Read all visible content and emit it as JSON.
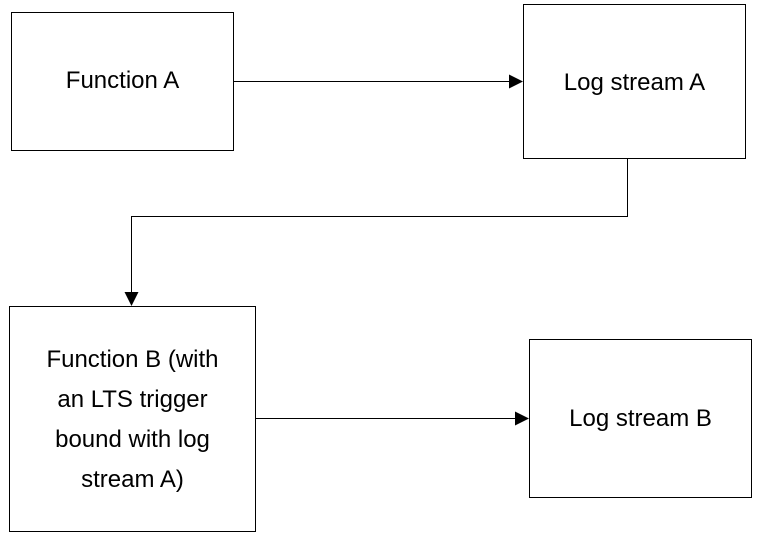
{
  "nodes": {
    "function_a": {
      "label": "Function A"
    },
    "log_stream_a": {
      "label": "Log stream A"
    },
    "function_b": {
      "lines": [
        "Function B (with",
        "an LTS trigger",
        "bound with log",
        "stream A)"
      ]
    },
    "log_stream_b": {
      "label": "Log stream B"
    }
  },
  "colors": {
    "stroke": "#000000",
    "background": "#ffffff"
  }
}
